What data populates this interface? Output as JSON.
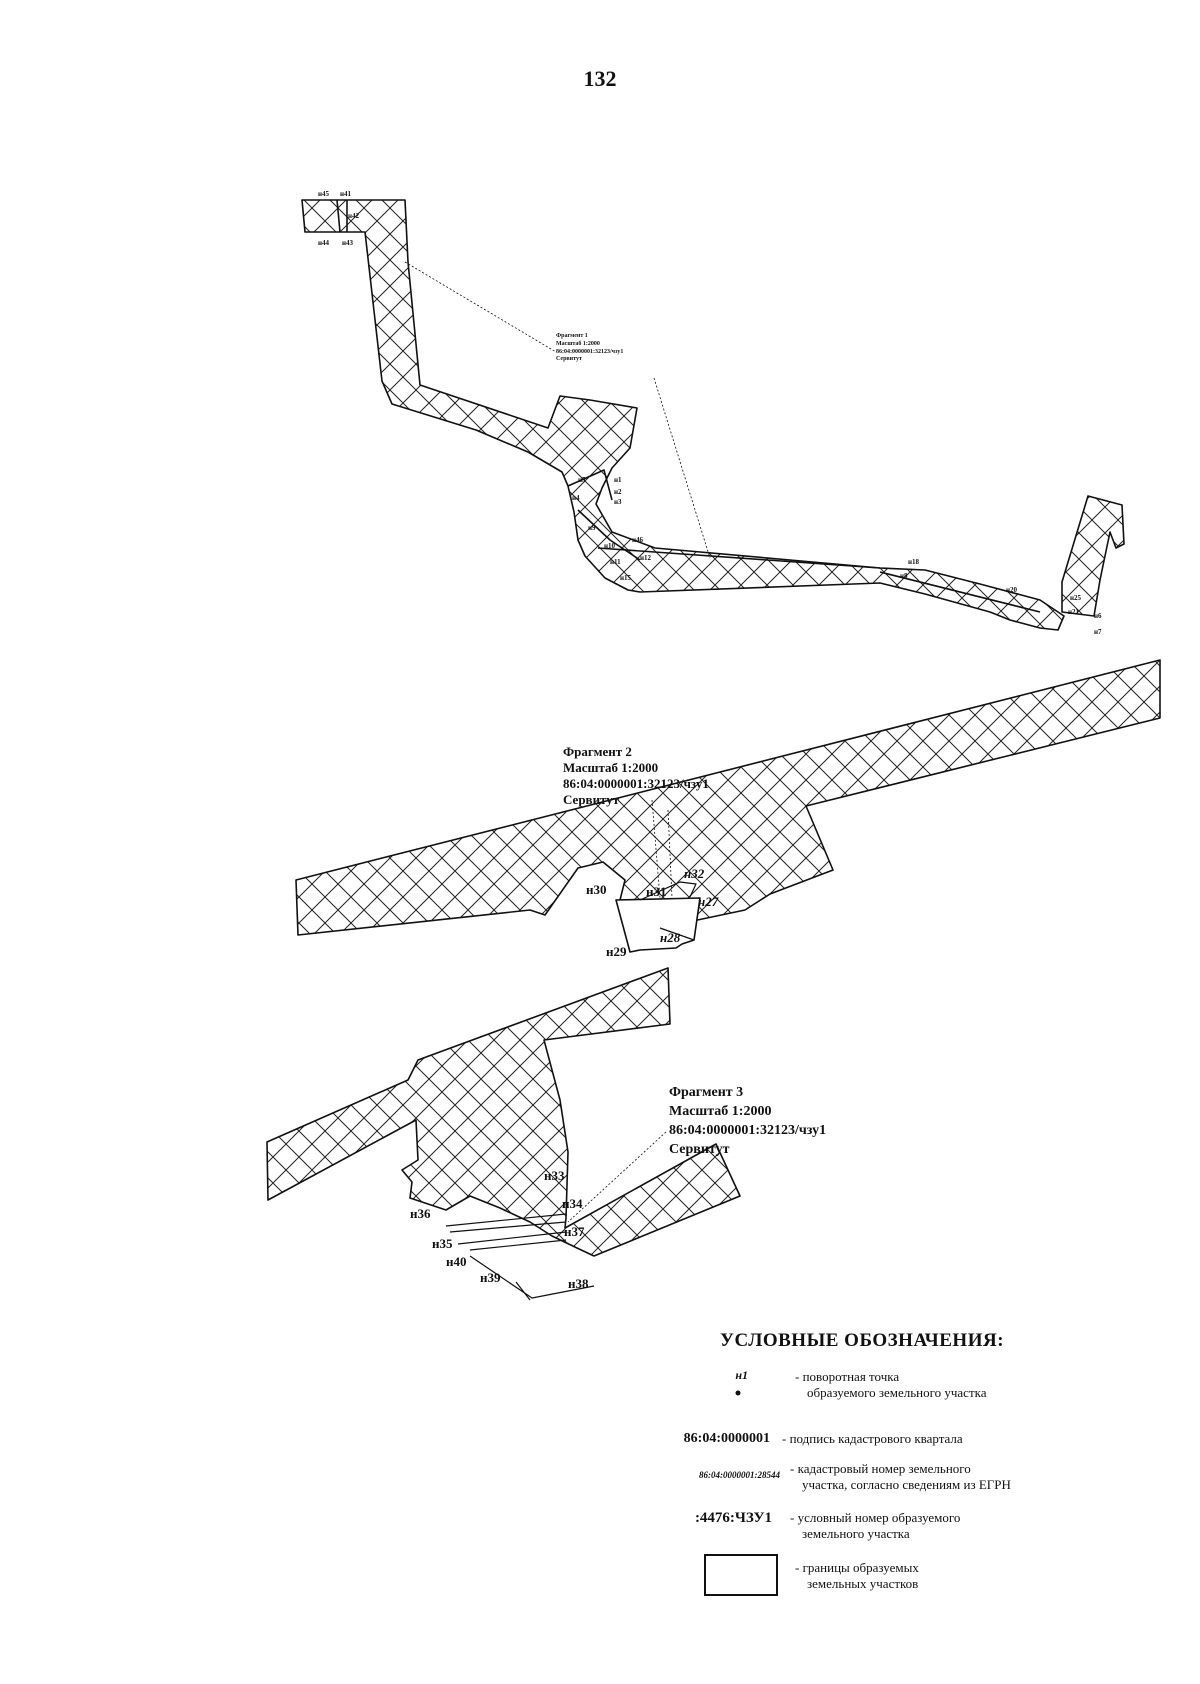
{
  "page": {
    "number": "132"
  },
  "fragments": [
    {
      "title": "Фрагмент 1",
      "scale": "Масштаб 1:2000",
      "cadastral": "86:04:0000001:32123/чзу1",
      "type": "Сервитут"
    },
    {
      "title": "Фрагмент 2",
      "scale": "Масштаб 1:2000",
      "cadastral": "86:04:0000001:32123/чзу1",
      "type": "Сервитут"
    },
    {
      "title": "Фрагмент 3",
      "scale": "Масштаб 1:2000",
      "cadastral": "86:04:0000001:32123/чзу1",
      "type": "Сервитут"
    }
  ],
  "point_labels": {
    "fragment1": [
      "н45",
      "н41",
      "н42",
      "н44",
      "н43",
      "н5",
      "н1",
      "н2",
      "н3",
      "н4",
      "н9",
      "н46",
      "н10",
      "н11",
      "н12",
      "н15",
      "н18",
      "н8",
      "н20",
      "н25",
      "н21",
      "н6",
      "н7"
    ],
    "fragment2": [
      "н30",
      "н31",
      "н32",
      "н27",
      "н28",
      "н29"
    ],
    "fragment3": [
      "н33",
      "н34",
      "н36",
      "н37",
      "н35",
      "н40",
      "н39",
      "н38"
    ]
  },
  "legend": {
    "title": "УСЛОВНЫЕ ОБОЗНАЧЕНИЯ:",
    "items": [
      {
        "symbol": "н1",
        "text1": "- поворотная точка",
        "text2": "образуемого земельного участка"
      },
      {
        "symbol": "86:04:0000001",
        "text1": "- подпись кадастрового квартала",
        "text2": ""
      },
      {
        "symbol": "86:04:0000001:28544",
        "text1": "- кадастровый номер земельного",
        "text2": "участка, согласно сведениям из ЕГРН"
      },
      {
        "symbol": ":4476:ЧЗУ1",
        "text1": "- условный номер образуемого",
        "text2": "земельного участка"
      },
      {
        "symbol": "",
        "text1": "- границы образуемых",
        "text2": "земельных участков"
      }
    ]
  },
  "colors": {
    "ink": "#111111",
    "hatch": "#222222",
    "paper": "#ffffff"
  }
}
